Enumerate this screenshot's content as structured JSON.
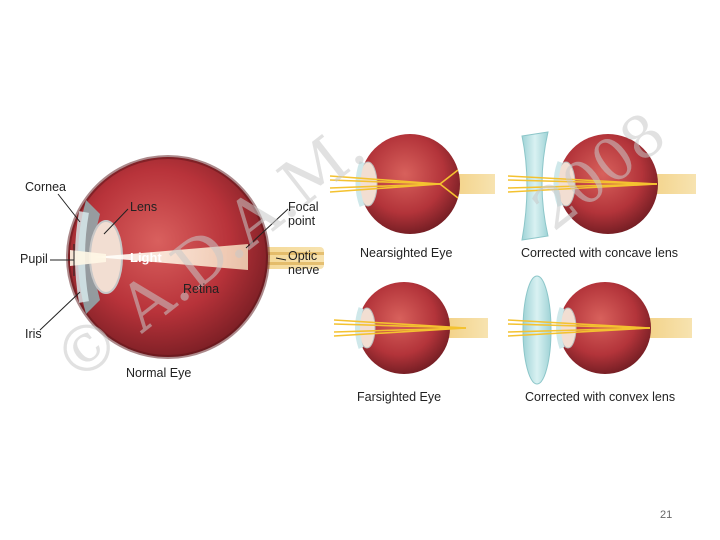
{
  "labels": {
    "cornea": "Cornea",
    "lens": "Lens",
    "pupil": "Pupil",
    "light": "Light",
    "iris": "Iris",
    "retina": "Retina",
    "focal_point_line1": "Focal",
    "focal_point_line2": "point",
    "optic_nerve_line1": "Optic",
    "optic_nerve_line2": "nerve",
    "normal_eye": "Normal Eye"
  },
  "captions": {
    "nearsighted": "Nearsighted Eye",
    "corrected_concave": "Corrected with concave lens",
    "farsighted": "Farsighted Eye",
    "corrected_convex": "Corrected with convex lens"
  },
  "watermark": "© A.D.A.M. 2008",
  "page_number": "21",
  "colors": {
    "eye_red": "#b8333a",
    "eye_dark": "#7a1c22",
    "light_ray": "#f4c230",
    "lens_blue": "#bfe3e6"
  }
}
